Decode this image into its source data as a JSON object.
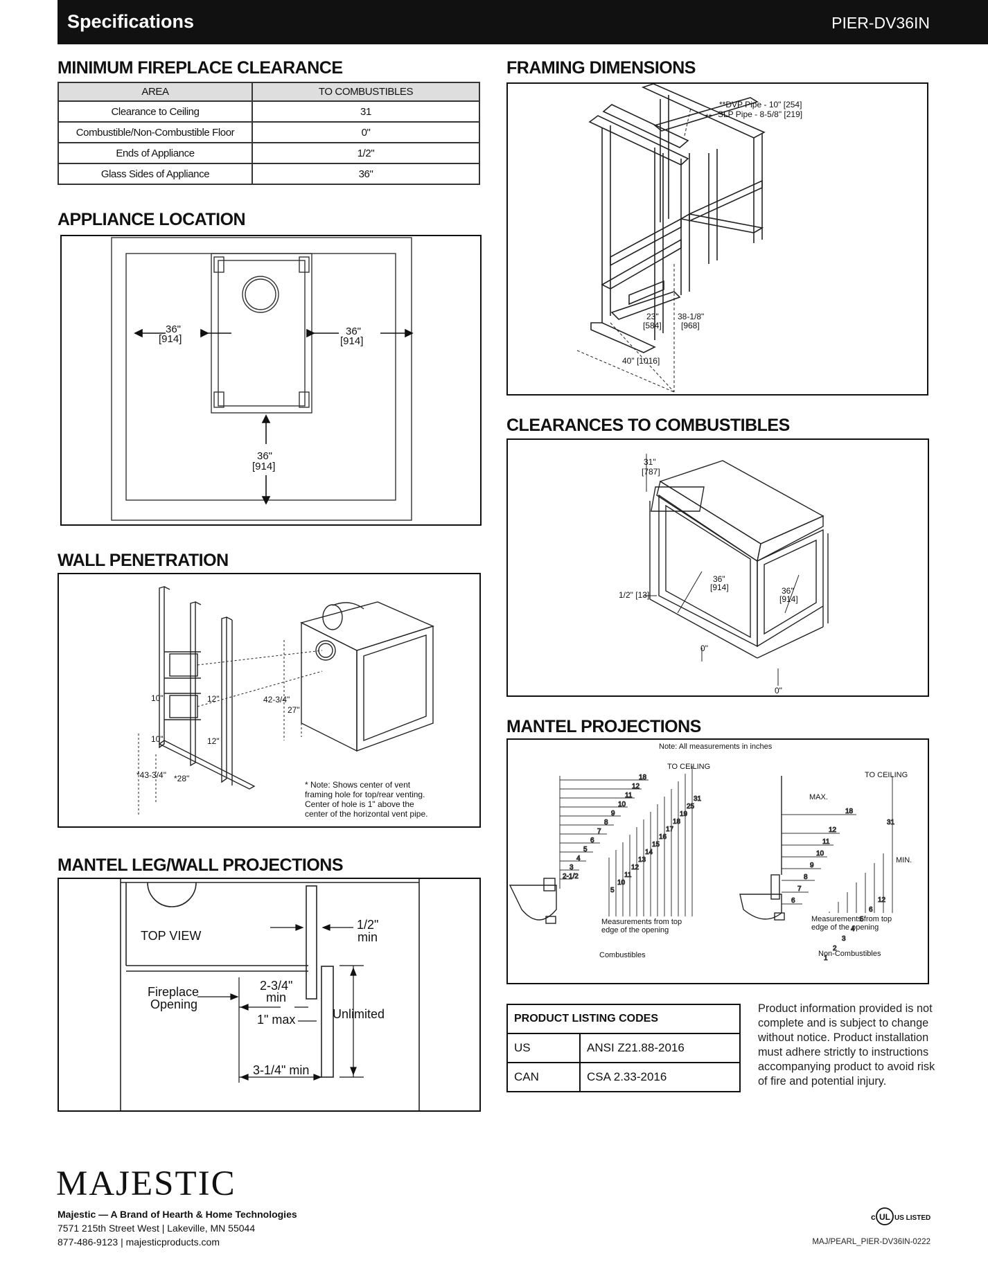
{
  "header": {
    "title": "Specifications",
    "model": "PIER-DV36IN"
  },
  "sections": {
    "min_clearance": "MINIMUM FIREPLACE CLEARANCE",
    "framing": "FRAMING DIMENSIONS",
    "appliance_location": "APPLIANCE LOCATION",
    "clearances_combustibles": "CLEARANCES TO COMBUSTIBLES",
    "wall_penetration": "WALL PENETRATION",
    "mantel_projections": "MANTEL PROJECTIONS",
    "mantel_leg": "MANTEL LEG/WALL PROJECTIONS"
  },
  "clearance_table": {
    "headers": [
      "AREA",
      "TO COMBUSTIBLES"
    ],
    "rows": [
      [
        "Clearance to Ceiling",
        "31"
      ],
      [
        "Combustible/Non-Combustible Floor",
        "0\""
      ],
      [
        "Ends of Appliance",
        "1/2\""
      ],
      [
        "Glass Sides of Appliance",
        "36\""
      ]
    ]
  },
  "framing_labels": {
    "pipe_note_1": "**DVP Pipe - 10\" [254]",
    "pipe_note_2": "SLP Pipe - 8-5/8\" [219]",
    "asterisks": "**",
    "dim_23": "23\"",
    "dim_23_mm": "[584]",
    "dim_38": "38-1/8\"",
    "dim_38_mm": "[968]",
    "dim_40": "40\" [1016]"
  },
  "appliance_labels": {
    "left": "36\"",
    "left_mm": "[914]",
    "right": "36\"",
    "right_mm": "[914]",
    "bottom": "36\"",
    "bottom_mm": "[914]"
  },
  "combustibles_labels": {
    "top": "31\"",
    "top_mm": "[787]",
    "end": "1/2\" [13]",
    "front": "36\"",
    "front_mm": "[914]",
    "side": "36\"",
    "side_mm": "[914]",
    "floor1": "0\"",
    "floor2": "0\""
  },
  "wall_labels": {
    "w10a": "10\"",
    "w12a": "12\"",
    "w10b": "10\"",
    "w12b": "12\"",
    "h42": "42-3/4\"",
    "h27": "27\"",
    "h43": "*43-3/4\"",
    "h28": "*28\"",
    "note_1": "* Note: Shows center of vent",
    "note_2": "framing hole for top/rear venting.",
    "note_3": "Center of hole is 1\" above the",
    "note_4": "center of the horizontal vent pipe."
  },
  "mantel_projections": {
    "note": "Note: All measurements in inches",
    "to_ceiling_left": "TO CEILING",
    "to_ceiling_right": "TO CEILING",
    "max": "MAX.",
    "min": "MIN.",
    "measure_note_1": "Measurements from top",
    "measure_note_2": "edge of the opening",
    "combustibles": "Combustibles",
    "non_combustibles": "Non-Combustibles",
    "left_steps": [
      "18",
      "12",
      "11",
      "10",
      "9",
      "8",
      "7",
      "6",
      "5",
      "4",
      "3",
      "2-1/2"
    ],
    "left_heights": [
      "31",
      "25",
      "19",
      "18",
      "17",
      "16",
      "15",
      "14",
      "13",
      "12",
      "11",
      "10",
      "5"
    ],
    "right_steps": [
      "18",
      "12",
      "11",
      "10",
      "9",
      "8",
      "7",
      "6"
    ],
    "right_heights": [
      "31",
      "12",
      "6",
      "5",
      "4",
      "3",
      "2",
      "1"
    ]
  },
  "mantel_leg": {
    "top_view": "TOP VIEW",
    "half_inch": "1/2\"",
    "min": "min",
    "fireplace": "Fireplace",
    "opening": "Opening",
    "two34": "2-3/4\"",
    "min2": "min",
    "one_max": "1\" max",
    "unlimited": "Unlimited",
    "three14": "3-1/4\" min"
  },
  "listing": {
    "title": "PRODUCT LISTING CODES",
    "rows": [
      {
        "country": "US",
        "code": "ANSI Z21.88-2016"
      },
      {
        "country": "CAN",
        "code": "CSA 2.33-2016"
      }
    ]
  },
  "disclaimer": "Product information provided is not complete and is subject to change without notice. Product installation must adhere strictly to instructions accompanying product to avoid risk of fire and potential injury.",
  "footer": {
    "logo": "MAJESTIC",
    "brand": "Majestic — A Brand of Hearth & Home Technologies",
    "address": "7571 215th Street West | Lakeville, MN 55044",
    "contact": "877-486-9123 | majesticproducts.com",
    "doc_code": "MAJ/PEARL_PIER-DV36IN-0222",
    "ul_c": "c",
    "ul_mark": "UL",
    "ul_us": "US LISTED"
  }
}
